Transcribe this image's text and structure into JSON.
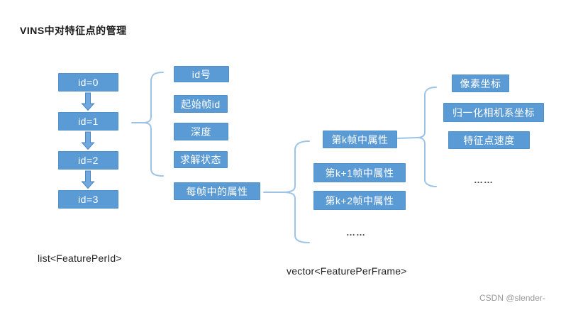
{
  "title": "VINS中对特征点的管理",
  "id_list": {
    "caption": "list<FeaturePerId>",
    "nodes": [
      {
        "label": "id=0"
      },
      {
        "label": "id=1"
      },
      {
        "label": "id=2"
      },
      {
        "label": "id=3"
      }
    ]
  },
  "feature_attributes": {
    "items": [
      {
        "label": "id号"
      },
      {
        "label": "起始帧id"
      },
      {
        "label": "深度"
      },
      {
        "label": "求解状态"
      },
      {
        "label": "每帧中的属性"
      }
    ]
  },
  "frame_list": {
    "caption": "vector<FeaturePerFrame>",
    "items": [
      {
        "label": "第k帧中属性"
      },
      {
        "label": "第k+1帧中属性"
      },
      {
        "label": "第k+2帧中属性"
      }
    ],
    "ellipsis": "……"
  },
  "frame_attributes": {
    "items": [
      {
        "label": "像素坐标"
      },
      {
        "label": "归一化相机系坐标"
      },
      {
        "label": "特征点速度"
      }
    ],
    "ellipsis": "……"
  },
  "watermark": "CSDN @slender-",
  "colors": {
    "box_fill": "#5b9bd5",
    "box_text": "#ffffff",
    "brace_line": "#9dc3e6",
    "arrow_fill": "#6fa8dc",
    "arrow_stroke": "#4a86c8",
    "title_text": "#1a1a1a",
    "watermark_text": "#9a9a9a"
  }
}
